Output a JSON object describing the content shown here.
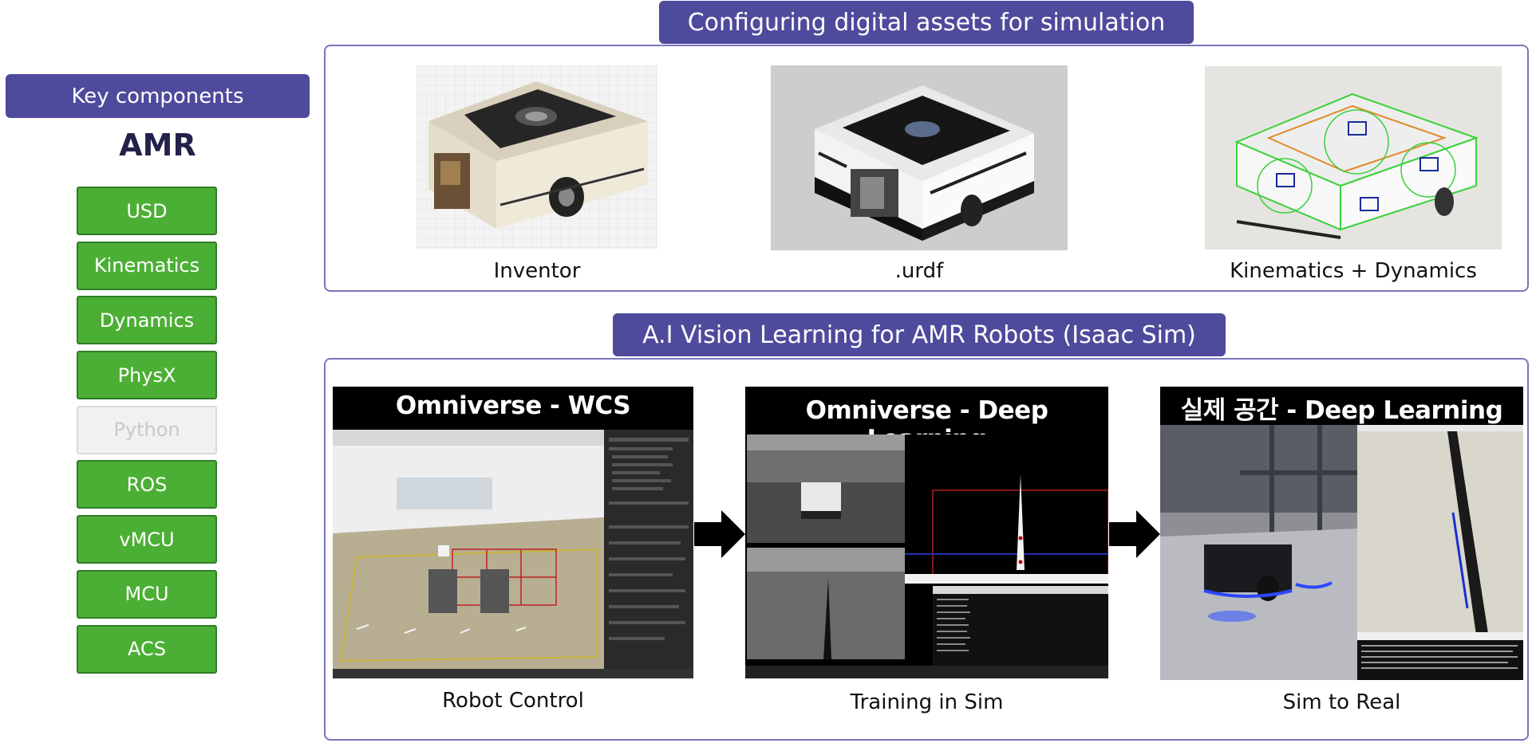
{
  "key_components": {
    "header": "Key components",
    "title": "AMR",
    "items": [
      {
        "label": "USD",
        "enabled": true
      },
      {
        "label": "Kinematics",
        "enabled": true
      },
      {
        "label": "Dynamics",
        "enabled": true
      },
      {
        "label": "PhysX",
        "enabled": true
      },
      {
        "label": "Python",
        "enabled": false
      },
      {
        "label": "ROS",
        "enabled": true
      },
      {
        "label": "vMCU",
        "enabled": true
      },
      {
        "label": "MCU",
        "enabled": true
      },
      {
        "label": "ACS",
        "enabled": true
      }
    ]
  },
  "assets_section": {
    "title": "Configuring digital assets for simulation",
    "items": [
      {
        "caption": "Inventor"
      },
      {
        "caption": ".urdf"
      },
      {
        "caption": "Kinematics + Dynamics"
      }
    ]
  },
  "vision_section": {
    "title": "A.I Vision Learning for AMR Robots (Isaac Sim)",
    "panels": [
      {
        "title": "Omniverse - WCS",
        "caption": "Robot Control"
      },
      {
        "title": "Omniverse - Deep Learning",
        "caption": "Training in Sim"
      },
      {
        "title": "실제 공간 - Deep Learning",
        "caption": "Sim to Real"
      }
    ]
  },
  "colors": {
    "header_purple": "#4e4a9c",
    "frame_border": "#7a76bd",
    "component_green": "#4caf35",
    "component_disabled": "#f1f1f1"
  }
}
